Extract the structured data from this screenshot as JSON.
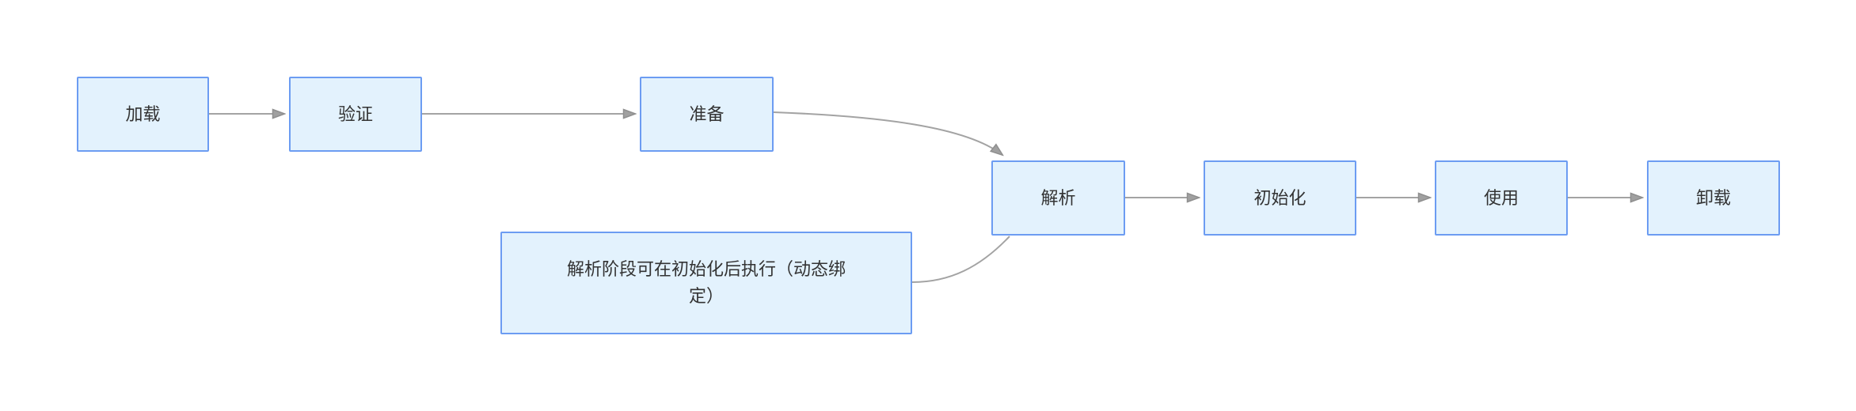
{
  "diagram": {
    "type": "flowchart",
    "background_color": "#FFFFFF",
    "colors": {
      "node_fill": "#E3F2FD",
      "node_border": "#6C9CF2",
      "connector": "#A3A3A3",
      "arrowhead_fill": "#A0A0A0",
      "arrowhead_stroke": "#8F8F8F",
      "text": "#333333"
    },
    "nodes": [
      {
        "id": "load",
        "label": "加载"
      },
      {
        "id": "verify",
        "label": "验证"
      },
      {
        "id": "prepare",
        "label": "准备"
      },
      {
        "id": "resolve",
        "label": "解析"
      },
      {
        "id": "initialize",
        "label": "初始化"
      },
      {
        "id": "use",
        "label": "使用"
      },
      {
        "id": "unload",
        "label": "卸载"
      }
    ],
    "note": {
      "id": "note",
      "label": "解析阶段可在初始化后执行（动态绑定）"
    },
    "edges": [
      {
        "from": "load",
        "to": "verify",
        "arrow": true
      },
      {
        "from": "verify",
        "to": "prepare",
        "arrow": true
      },
      {
        "from": "prepare",
        "to": "resolve",
        "arrow": true,
        "shape": "curve"
      },
      {
        "from": "resolve",
        "to": "initialize",
        "arrow": true
      },
      {
        "from": "initialize",
        "to": "use",
        "arrow": true
      },
      {
        "from": "use",
        "to": "unload",
        "arrow": true
      },
      {
        "from": "note",
        "to": "resolve",
        "arrow": false,
        "shape": "curve"
      }
    ]
  }
}
